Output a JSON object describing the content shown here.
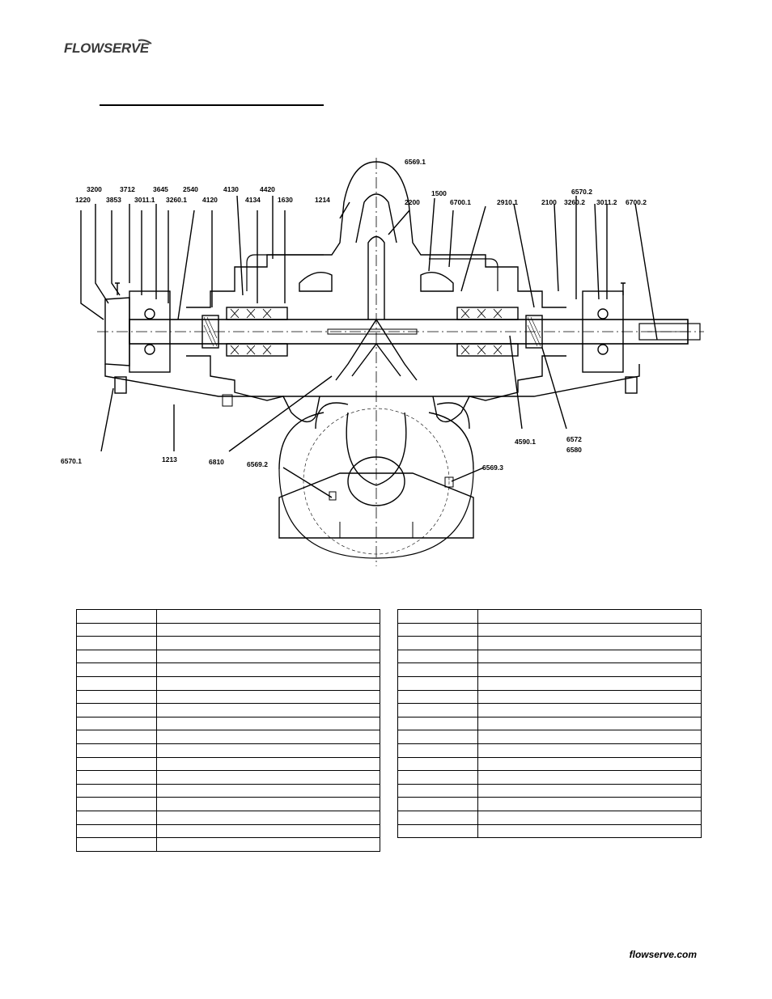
{
  "header": {
    "logo_text": "FLOWSERVE"
  },
  "drawing": {
    "callouts": [
      {
        "id": "c-6569-1",
        "text": "6569.1"
      },
      {
        "id": "c-3200",
        "text": "3200"
      },
      {
        "id": "c-3712",
        "text": "3712"
      },
      {
        "id": "c-3645",
        "text": "3645"
      },
      {
        "id": "c-2540",
        "text": "2540"
      },
      {
        "id": "c-4130",
        "text": "4130"
      },
      {
        "id": "c-4420",
        "text": "4420"
      },
      {
        "id": "c-1220",
        "text": "1220"
      },
      {
        "id": "c-3853",
        "text": "3853"
      },
      {
        "id": "c-3011-1",
        "text": "3011.1"
      },
      {
        "id": "c-3260-1",
        "text": "3260.1"
      },
      {
        "id": "c-4120",
        "text": "4120"
      },
      {
        "id": "c-4134",
        "text": "4134"
      },
      {
        "id": "c-1630",
        "text": "1630"
      },
      {
        "id": "c-1214",
        "text": "1214"
      },
      {
        "id": "c-1500",
        "text": "1500"
      },
      {
        "id": "c-2200",
        "text": "2200"
      },
      {
        "id": "c-6700-1",
        "text": "6700.1"
      },
      {
        "id": "c-2910-1",
        "text": "2910.1"
      },
      {
        "id": "c-6570-2",
        "text": "6570.2"
      },
      {
        "id": "c-2100",
        "text": "2100"
      },
      {
        "id": "c-3260-2",
        "text": "3260.2"
      },
      {
        "id": "c-3011-2",
        "text": "3011.2"
      },
      {
        "id": "c-6700-2",
        "text": "6700.2"
      },
      {
        "id": "c-4590-1",
        "text": "4590.1"
      },
      {
        "id": "c-6572",
        "text": "6572"
      },
      {
        "id": "c-6580",
        "text": "6580"
      },
      {
        "id": "c-6570-1",
        "text": "6570.1"
      },
      {
        "id": "c-1213",
        "text": "1213"
      },
      {
        "id": "c-6810",
        "text": "6810"
      },
      {
        "id": "c-6569-2",
        "text": "6569.2"
      },
      {
        "id": "c-6569-3",
        "text": "6569.3"
      }
    ]
  },
  "tables": {
    "left_rows": 18,
    "right_rows": 17
  },
  "footer": {
    "url": "flowserve.com"
  }
}
